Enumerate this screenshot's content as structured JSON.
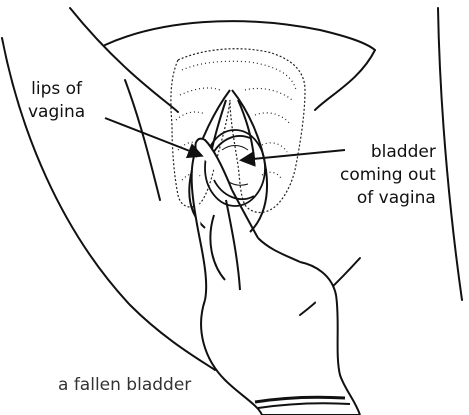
{
  "labels": {
    "lips": [
      "lips of",
      "vagina"
    ],
    "bladder": [
      "bladder",
      "coming out",
      "of vagina"
    ]
  },
  "caption": "a fallen bladder",
  "colors": {
    "ink": "#111111",
    "caption": "#333333",
    "paper": "#ffffff"
  }
}
